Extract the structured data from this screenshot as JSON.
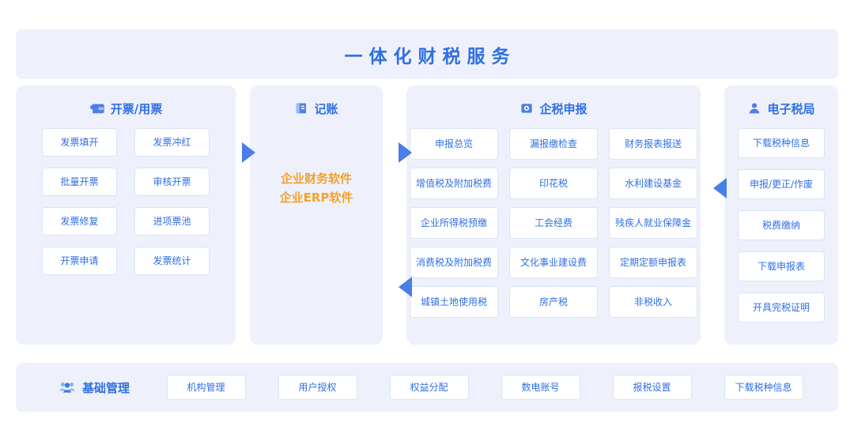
{
  "header": {
    "title": "一体化财税服务"
  },
  "columns": [
    {
      "id": "invoice",
      "title": "开票/用票",
      "icon": "wallet-invoice-icon",
      "items": [
        "发票填开",
        "发票冲红",
        "批量开票",
        "审核开票",
        "发票修复",
        "进项票池",
        "开票申请",
        "发票统计"
      ]
    },
    {
      "id": "bookkeeping",
      "title": "记账",
      "icon": "ledger-book-icon",
      "software": [
        "企业财务软件",
        "企业ERP软件"
      ]
    },
    {
      "id": "declaration",
      "title": "企税申报",
      "icon": "camera-square-icon",
      "items": [
        "申报总览",
        "漏报缴检查",
        "财务报表报送",
        "增值税及附加税费",
        "印花税",
        "水利建设基金",
        "企业所得税预缴",
        "工会经费",
        "残疾人就业保障金",
        "消费税及附加税费",
        "文化事业建设费",
        "定期定额申报表",
        "城镇土地使用税",
        "房产税",
        "非税收入"
      ]
    },
    {
      "id": "etax",
      "title": "电子税局",
      "icon": "user-person-icon",
      "items": [
        "下载税种信息",
        "申报/更正/作废",
        "税费缴纳",
        "下载申报表",
        "开具完税证明"
      ]
    }
  ],
  "arrows": [
    {
      "name": "arrow-invoice-to-bookkeeping",
      "direction": "right"
    },
    {
      "name": "arrow-bookkeeping-to-declaration",
      "direction": "right"
    },
    {
      "name": "arrow-declaration-to-bookkeeping",
      "direction": "left"
    },
    {
      "name": "arrow-etax-to-declaration",
      "direction": "left"
    }
  ],
  "bottom": {
    "title": "基础管理",
    "icon": "users-group-icon",
    "items": [
      "机构管理",
      "用户授权",
      "权益分配",
      "数电账号",
      "报税设置",
      "下载税种信息"
    ]
  },
  "colors": {
    "panel_bg": "#eef1fb",
    "accent_blue": "#2f6fe4",
    "arrow_blue": "#4a7ee8",
    "tile_bg": "#ffffff",
    "tile_border": "#d9e3f7",
    "orange": "#f5a02b",
    "page_bg": "#ffffff"
  }
}
